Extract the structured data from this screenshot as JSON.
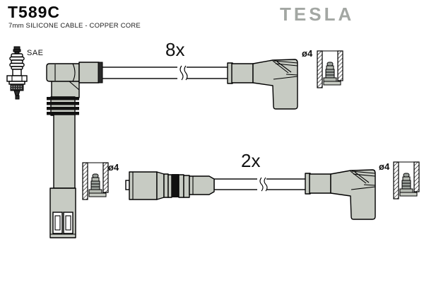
{
  "header": {
    "part_number": "T589C",
    "subtitle": "7mm SILICONE CABLE - COPPER CORE",
    "brand": "TESLA"
  },
  "diagram": {
    "spark_plug_label": "SAE",
    "cable_sets": [
      {
        "quantity_label": "8x"
      },
      {
        "quantity_label": "2x"
      }
    ],
    "terminal_labels": [
      "ø4",
      "ø4",
      "ø4"
    ]
  },
  "icons": {
    "spark_plug": "spark-plug-icon",
    "terminal_cross_section": "terminal-cross-section-icon",
    "cable_break": "cable-break-mark"
  },
  "colors": {
    "boot_fill": "#c7cbc3",
    "outline": "#000000",
    "brand_gray": "#a3a7a3",
    "band_black": "#111111",
    "background": "#ffffff"
  }
}
